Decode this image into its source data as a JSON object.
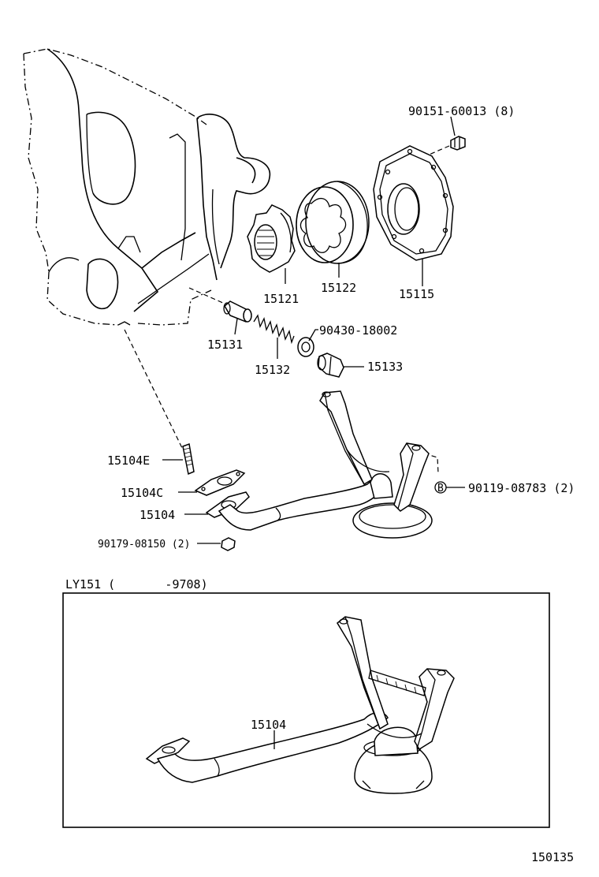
{
  "callouts": {
    "bolt_90151": "90151-60013 (8)",
    "cover_15115": "15115",
    "gear_15122": "15122",
    "gear_15121": "15121",
    "valve_15131": "15131",
    "spring_15132": "15132",
    "gasket_90430": "90430-18002",
    "plug_15133": "15133",
    "stud_15104E": "15104E",
    "gasket_15104C": "15104C",
    "strainer_15104": "15104",
    "nut_90179": "90179-08150 (2)",
    "bolt_90119_marker": "B",
    "bolt_90119": "90119-08783 (2)"
  },
  "inset": {
    "title": "LY151 (       -9708)",
    "strainer_label": "15104"
  },
  "figure_number": "150135"
}
